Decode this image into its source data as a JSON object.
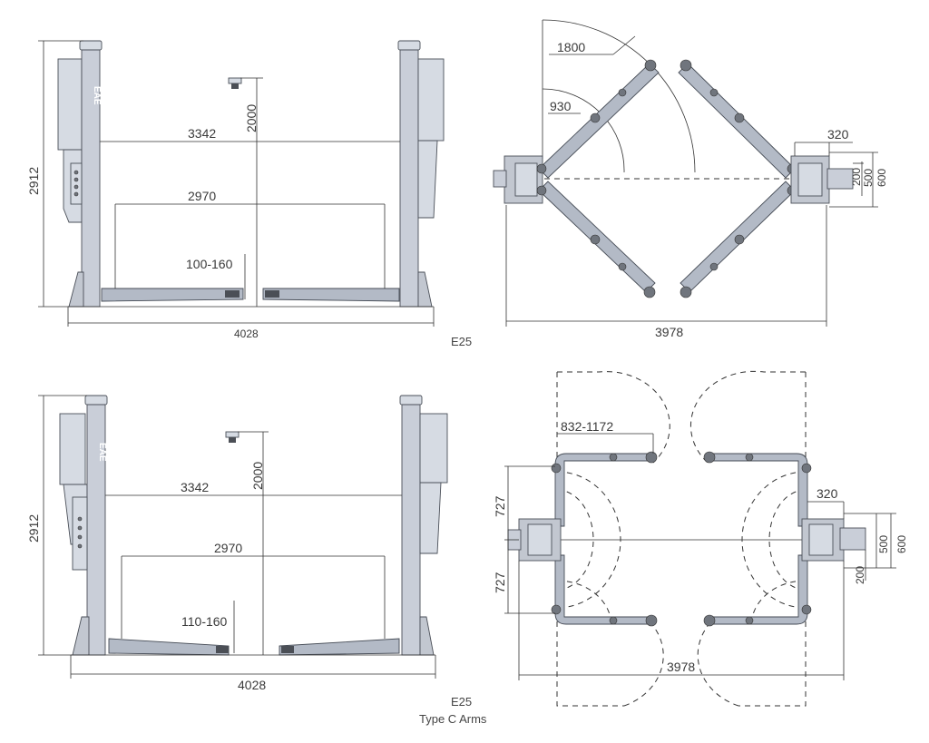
{
  "caption1": {
    "model": "E25"
  },
  "caption2": {
    "model": "E25",
    "variant": "Type C Arms"
  },
  "logo_text": "EAE",
  "front_top": {
    "height_total": "2912",
    "width_columns": "3342",
    "height_clear": "2000",
    "width_drive": "2970",
    "pad_height": "100-160",
    "width_base": "4028"
  },
  "plan_top": {
    "arm_reach_long": "1800",
    "arm_reach_short": "930",
    "pad_offset": "320",
    "dim_200": "200",
    "dim_500": "500",
    "dim_600": "600",
    "overall": "3978"
  },
  "front_bot": {
    "height_total": "2912",
    "width_columns": "3342",
    "height_clear": "2000",
    "width_drive": "2970",
    "pad_height": "110-160",
    "width_base": "4028"
  },
  "plan_bot": {
    "arm_range": "832-1172",
    "arm_offset_top": "727",
    "arm_offset_bot": "727",
    "pad_offset": "320",
    "dim_500": "500",
    "dim_600": "600",
    "dim_200": "200",
    "overall": "3978"
  },
  "colors": {
    "column": "#c9ced8",
    "arm": "#b3bac6",
    "line": "#333333"
  }
}
